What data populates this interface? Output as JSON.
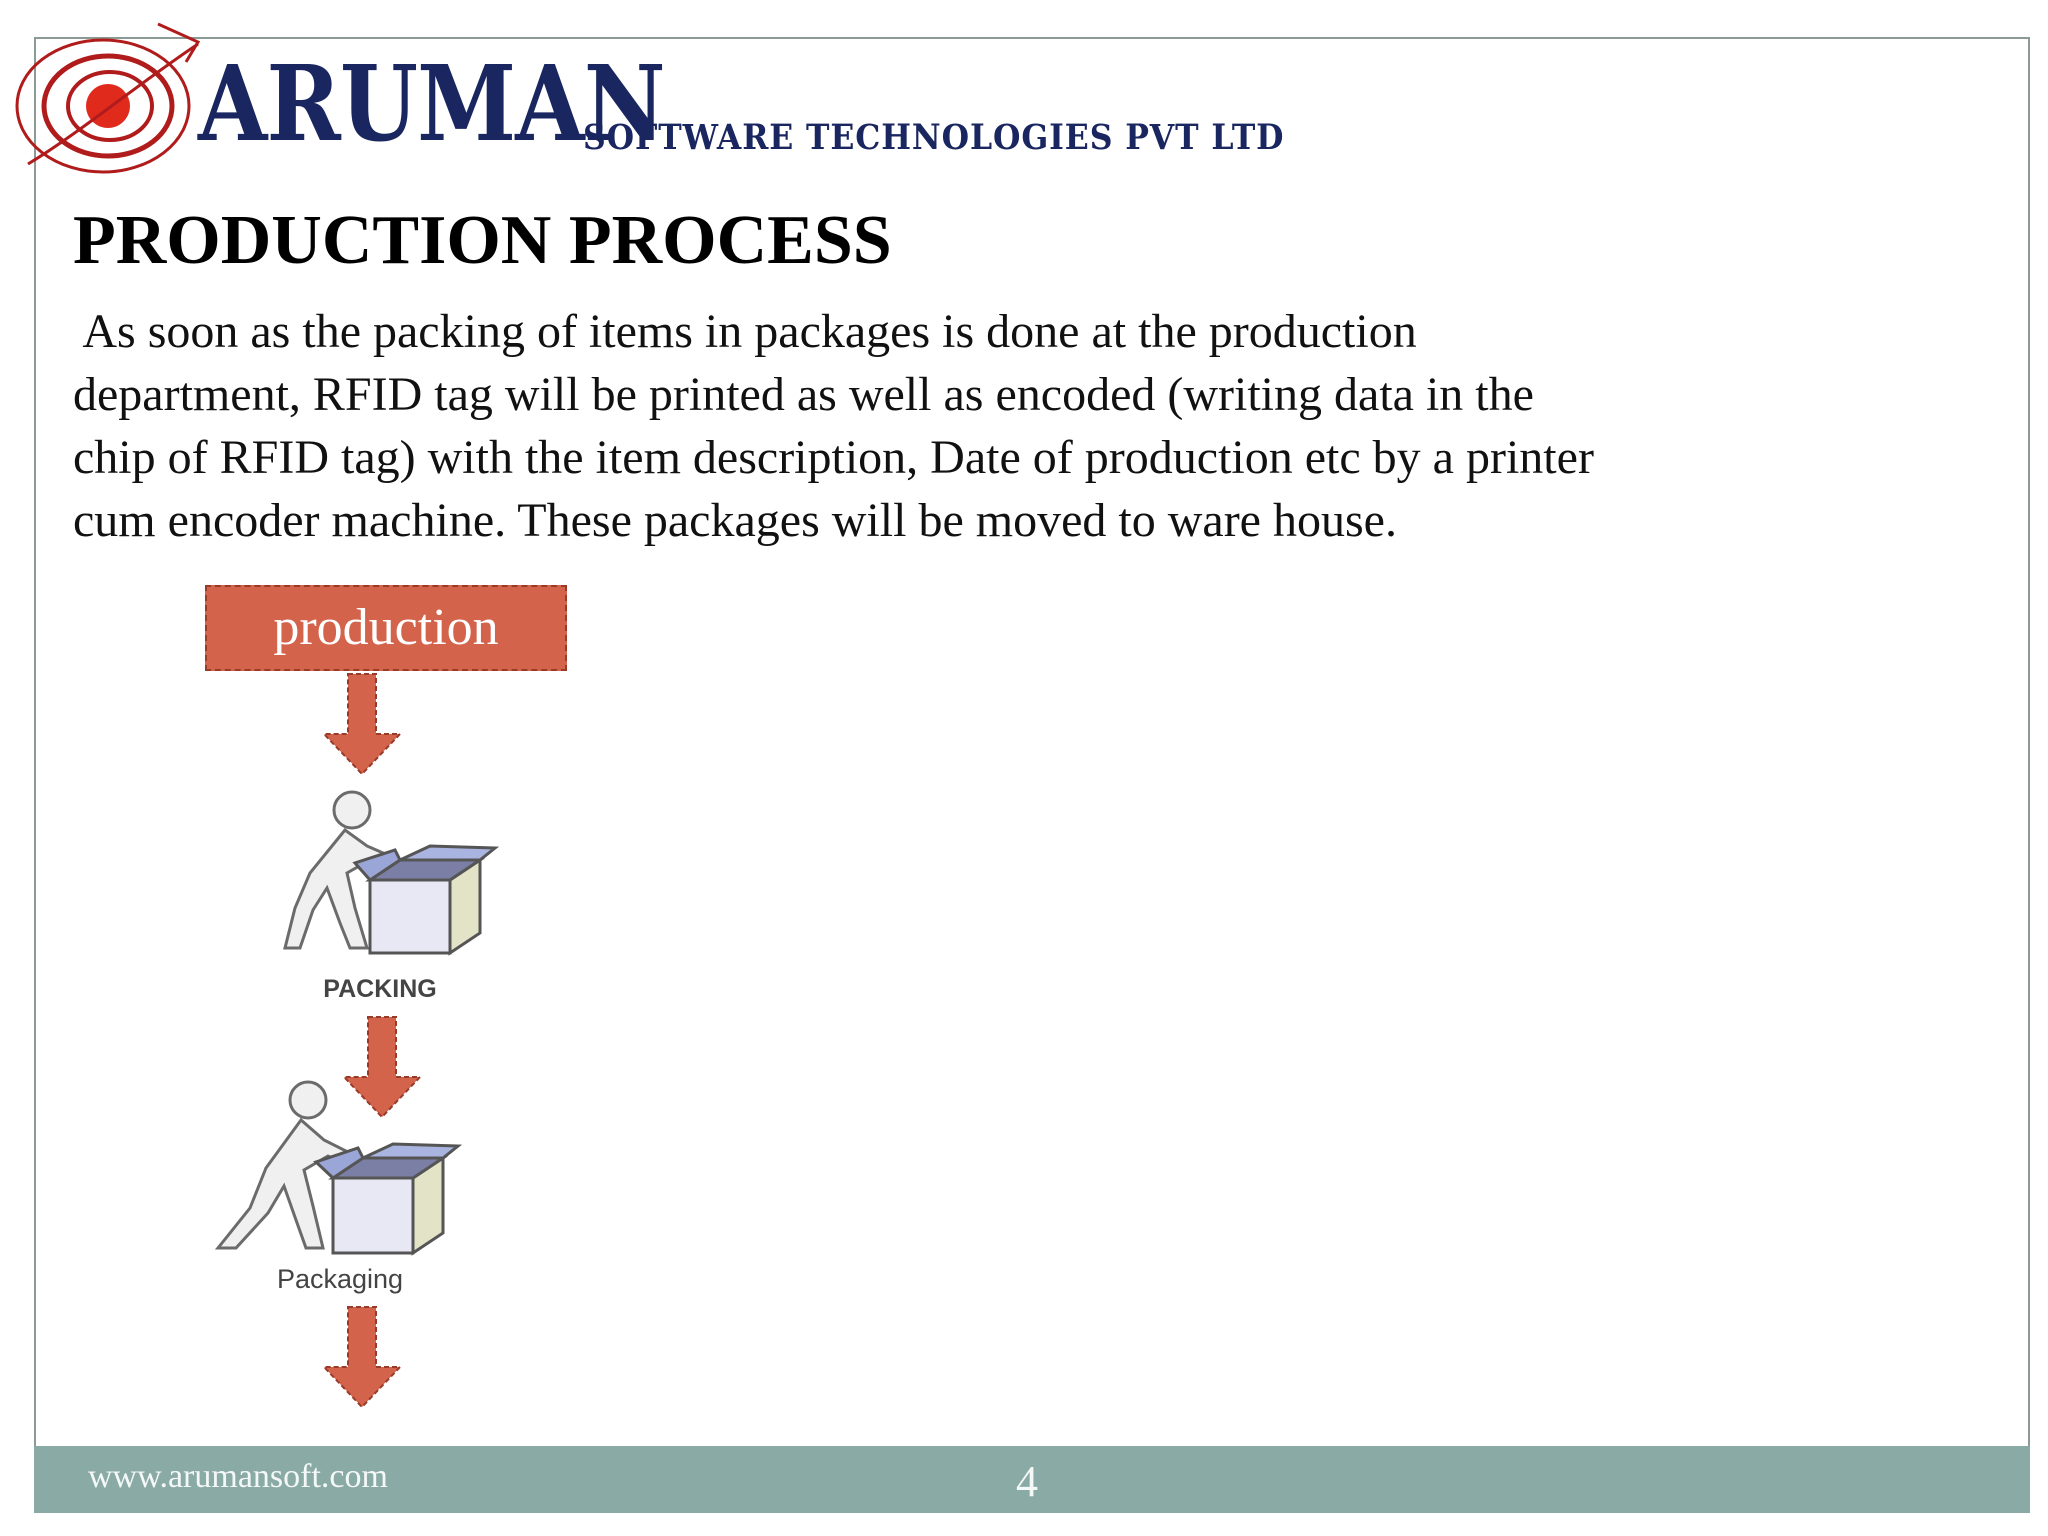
{
  "header": {
    "brand_name": "ARUMAN",
    "brand_subtitle": "SOFTWARE TECHNOLOGIES PVT LTD"
  },
  "slide": {
    "title": "PRODUCTION PROCESS",
    "body_lines": [
      " As soon as the packing of items in packages is done at the production",
      "department, RFID tag will be printed as well as encoded (writing data in the",
      "chip of RFID tag) with the item description, Date of production etc by a printer",
      "cum encoder machine. These packages will be moved to ware house."
    ]
  },
  "flow": {
    "start_label": "production",
    "step1_label": "PACKING",
    "step2_label": "Packaging",
    "arrow_color": "#d4634c"
  },
  "footer": {
    "website": "www.arumansoft.com",
    "page_number": "4"
  },
  "colors": {
    "brand": "#1a2660",
    "accent": "#d4634c",
    "footer_bg": "#8aaaa6"
  }
}
